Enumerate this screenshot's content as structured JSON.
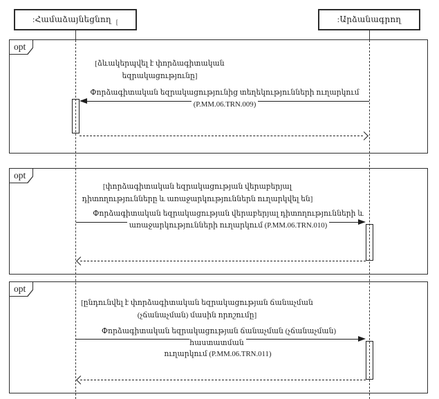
{
  "colors": {
    "ink": "#1f1f1f",
    "frame": "#2d2d2d",
    "background": "#ffffff"
  },
  "diagram": {
    "type": "uml-sequence",
    "actors": [
      {
        "label": ":Համաձայնեցնող",
        "suffix": "["
      },
      {
        "label": ":Արձանագրող",
        "suffix": ""
      }
    ],
    "fragments": [
      {
        "operator": "opt",
        "guard_lines": [
          "[ձևակերպվել է փորձագիտական եզրակացությունը]"
        ],
        "message_lines": [
          "Փորձագիտական եզրակացությունից տեղեկությունների ուղարկում",
          "(P.MM.06.TRN.009)"
        ],
        "message_from": ":Արձանագրող",
        "message_to": ":Համաձայնեցնող",
        "return_direction": "left-to-right"
      },
      {
        "operator": "opt",
        "guard_lines": [
          "[փորձագիտական եզրակացության վերաբերյալ",
          "դիտողությունները և առաջարկություններն ուղարկվել են]"
        ],
        "message_lines": [
          "Փորձագիտական եզրակացության վերաբերյալ դիտողությունների և",
          "առաջարկությունների ուղարկում (P.MM.06.TRN.010)"
        ],
        "message_from": ":Համաձայնեցնող",
        "message_to": ":Արձանագրող",
        "return_direction": "right-to-left"
      },
      {
        "operator": "opt",
        "guard_lines": [
          "[ընդունվել է փորձագիտական եզրակացության ճանաչման",
          "(չճանաչման) մասին որոշումը]"
        ],
        "message_lines": [
          "Փորձագիտական եզրակացության ճանաչման (չճանաչման) հաստատման",
          "ուղարկում (P.MM.06.TRN.011)"
        ],
        "message_from": ":Համաձայնեցնող",
        "message_to": ":Արձանագրող",
        "return_direction": "right-to-left"
      }
    ]
  }
}
